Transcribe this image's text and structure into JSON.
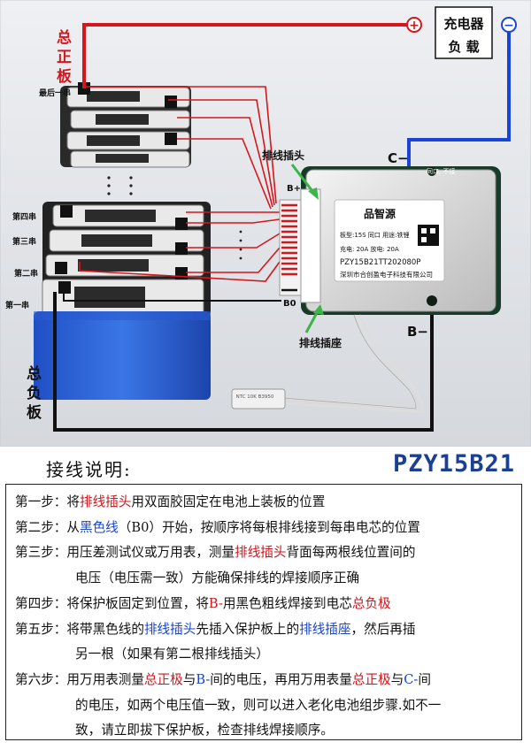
{
  "labels": {
    "total_positive": [
      "总",
      "正",
      "板"
    ],
    "total_negative": [
      "总",
      "负",
      "板"
    ],
    "last_string": "最后一串",
    "string_4": "第四串",
    "string_3": "第三串",
    "string_2": "第二串",
    "string_1": "第一串",
    "plus_sign": "+",
    "minus_sign": "−",
    "charger_load": [
      "充电器",
      "负  载"
    ],
    "c_minus": "C−",
    "b_minus": "B−",
    "b_plus": "B+",
    "b_zero": "B0",
    "same_port": "同口, 不接",
    "connector_head": "排线插头",
    "connector_socket": "排线插座",
    "sensor_text": "NTC 10K B3950"
  },
  "board_label": {
    "brand": "品智源",
    "line1": "板型:15S 同口  用途:铁锂",
    "line2": "充电: 20A  放电: 20A",
    "model": "PZY15B21TT202080P",
    "company": "深圳市合创盈电子科技有限公司"
  },
  "guide": {
    "title": "接线说明:",
    "model": "PZY15B21",
    "steps": [
      {
        "lines": [
          [
            {
              "t": "第一步：将",
              "c": "plain"
            },
            {
              "t": "排线插头",
              "c": "red"
            },
            {
              "t": "用双面胶固定在电池上装板的位置",
              "c": "plain"
            }
          ]
        ]
      },
      {
        "lines": [
          [
            {
              "t": "第二步：从",
              "c": "plain"
            },
            {
              "t": "黑色线",
              "c": "blue"
            },
            {
              "t": "（B0）开始，按顺序将每根排线接到每串电芯的位置",
              "c": "plain"
            }
          ]
        ]
      },
      {
        "lines": [
          [
            {
              "t": "第三步：用压差测试仪或万用表，测量",
              "c": "plain"
            },
            {
              "t": "排线插头",
              "c": "red"
            },
            {
              "t": "背面每两根线位置间的",
              "c": "plain"
            }
          ],
          [
            {
              "t": "电压（电压需一致）方能确保排线的焊接顺序正确",
              "c": "plain"
            }
          ]
        ]
      },
      {
        "lines": [
          [
            {
              "t": "第四步：将保护板固定到位置，将",
              "c": "plain"
            },
            {
              "t": "B-",
              "c": "red"
            },
            {
              "t": "用黑色粗线焊接到电芯",
              "c": "plain"
            },
            {
              "t": "总负极",
              "c": "red"
            }
          ]
        ]
      },
      {
        "lines": [
          [
            {
              "t": "第五步：将带黑色线的",
              "c": "plain"
            },
            {
              "t": "排线插头",
              "c": "blue"
            },
            {
              "t": "先插入保护板上的",
              "c": "plain"
            },
            {
              "t": "排线插座",
              "c": "blue"
            },
            {
              "t": "，然后再插",
              "c": "plain"
            }
          ],
          [
            {
              "t": "另一根（如果有第二根排线插头）",
              "c": "plain"
            }
          ]
        ]
      },
      {
        "lines": [
          [
            {
              "t": "第六步：用万用表测量",
              "c": "plain"
            },
            {
              "t": "总正极",
              "c": "red"
            },
            {
              "t": "与",
              "c": "plain"
            },
            {
              "t": "B-",
              "c": "blue"
            },
            {
              "t": "间的电压，再用万用表量",
              "c": "plain"
            },
            {
              "t": "总正极",
              "c": "red"
            },
            {
              "t": "与",
              "c": "plain"
            },
            {
              "t": "C-",
              "c": "blue"
            },
            {
              "t": "间",
              "c": "plain"
            }
          ],
          [
            {
              "t": "的电压，如两个电压值一致，则可以进入老化电池组步骤.如不一",
              "c": "plain"
            }
          ],
          [
            {
              "t": "致，请立即拔下保护板，检查排线焊接顺序。",
              "c": "plain"
            }
          ]
        ]
      }
    ]
  }
}
